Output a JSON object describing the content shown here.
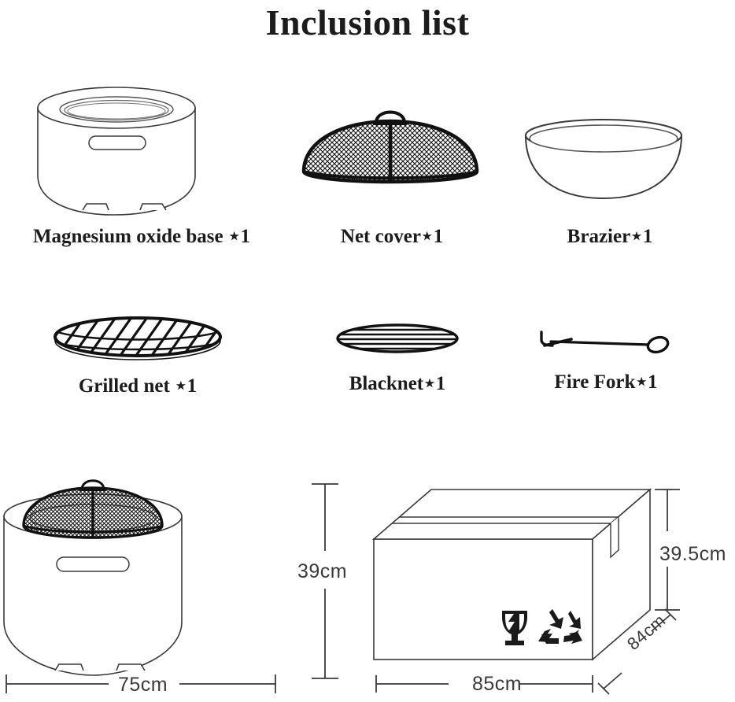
{
  "header": {
    "title": "Inclusion list"
  },
  "items": [
    {
      "id": "base",
      "label": "Magnesium oxide base ⋆1",
      "icon": "fire-pit-base-icon"
    },
    {
      "id": "netcover",
      "label": "Net cover⋆1",
      "icon": "mesh-dome-cover-icon"
    },
    {
      "id": "brazier",
      "label": "Brazier⋆1",
      "icon": "bowl-brazier-icon"
    },
    {
      "id": "grillednet",
      "label": "Grilled net ⋆1",
      "icon": "grill-grate-icon"
    },
    {
      "id": "blacknet",
      "label": "Blacknet⋆1",
      "icon": "black-net-disc-icon"
    },
    {
      "id": "firefork",
      "label": "Fire Fork⋆1",
      "icon": "fire-poker-icon"
    }
  ],
  "dimensions": {
    "product": {
      "name": "assembled-fire-pit",
      "height": "39cm",
      "width": "75cm"
    },
    "carton": {
      "name": "shipping-carton",
      "height": "39.5cm",
      "width": "85cm",
      "depth": "84cm",
      "symbols": [
        {
          "name": "fragile-icon",
          "meaning": "fragile"
        },
        {
          "name": "recycle-icon",
          "meaning": "recyclable"
        }
      ]
    }
  },
  "colors": {
    "line": "#3a3a3a",
    "dark": "#111111",
    "text": "#1c1c1c",
    "background": "#ffffff"
  }
}
